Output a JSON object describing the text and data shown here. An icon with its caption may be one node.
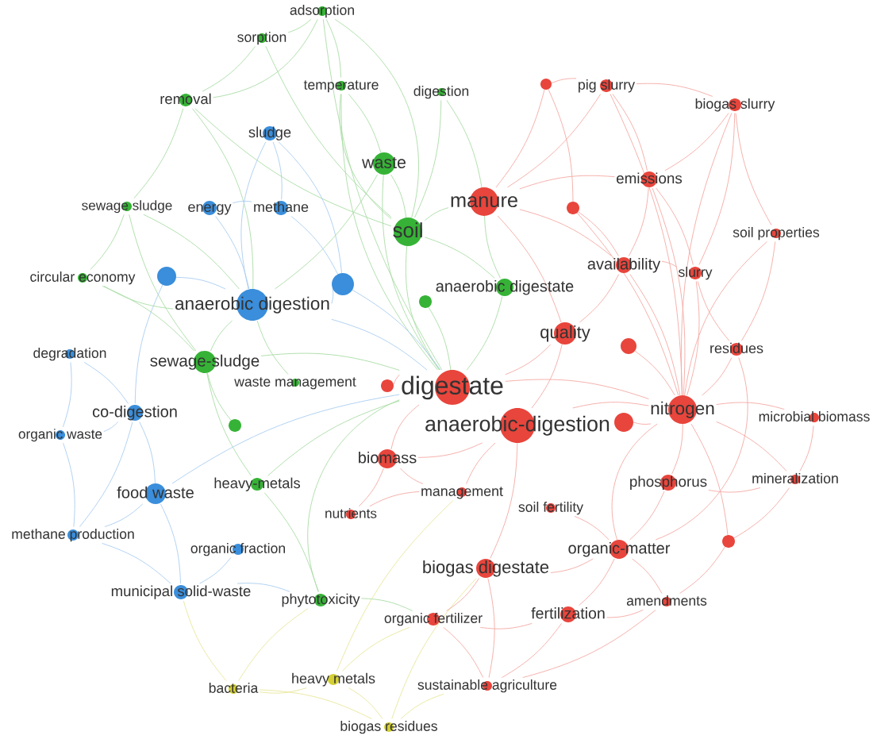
{
  "diagram": {
    "nodes": [
      {
        "text": [
          "adsorption"
        ]
      },
      {
        "text": [
          "sorption"
        ]
      },
      {
        "text": [],
        "shape": "circle"
      },
      {
        "text": [
          "pig slurry"
        ]
      },
      {
        "text": [
          "temperature"
        ]
      },
      {
        "text": [
          "digestion"
        ]
      },
      {
        "text": [
          "removal"
        ]
      },
      {
        "text": [
          "biogas slurry"
        ]
      },
      {
        "text": [
          "sludge"
        ]
      },
      {
        "text": [
          "waste"
        ]
      },
      {
        "text": [
          "emissions"
        ]
      },
      {
        "text": [
          "manure"
        ]
      },
      {
        "text": [
          "sewage sludge"
        ]
      },
      {
        "text": [
          "energy"
        ]
      },
      {
        "text": [
          "methane"
        ]
      },
      {
        "text": [],
        "shape": "circle"
      },
      {
        "text": [
          "soil"
        ]
      },
      {
        "text": [
          "soil properties"
        ]
      },
      {
        "text": [
          "availability"
        ]
      },
      {
        "text": [
          "slurry"
        ]
      },
      {
        "text": [
          "circular economy"
        ]
      },
      {
        "text": [],
        "shape": "circle"
      },
      {
        "text": [
          "anaerobic digestate"
        ]
      },
      {
        "text": [],
        "shape": "circle"
      },
      {
        "text": [],
        "shape": "circle"
      },
      {
        "text": [
          "anaerobic digestion"
        ]
      },
      {
        "text": [
          "quality"
        ]
      },
      {
        "text": [],
        "shape": "circle"
      },
      {
        "text": [
          "residues"
        ]
      },
      {
        "text": [
          "degradation"
        ]
      },
      {
        "text": [
          "sewage-sludge"
        ]
      },
      {
        "text": [
          "waste management"
        ]
      },
      {
        "text": [],
        "shape": "circle"
      },
      {
        "text": [
          "digestate"
        ]
      },
      {
        "text": [
          "nitrogen"
        ]
      },
      {
        "text": [
          "co-digestion"
        ]
      },
      {
        "text": [
          "microbial biomass"
        ]
      },
      {
        "text": [
          "anaerobic-digestion"
        ]
      },
      {
        "text": [],
        "shape": "circle"
      },
      {
        "text": [],
        "shape": "circle"
      },
      {
        "text": [
          "organic waste"
        ]
      },
      {
        "text": [
          "biomass"
        ]
      },
      {
        "text": [
          "mineralization"
        ]
      },
      {
        "text": [
          "phosphorus"
        ]
      },
      {
        "text": [
          "heavy-metals"
        ]
      },
      {
        "text": [
          "management"
        ]
      },
      {
        "text": [
          "food waste"
        ]
      },
      {
        "text": [
          "soil fertility"
        ]
      },
      {
        "text": [
          "nutrients"
        ]
      },
      {
        "text": [
          "methane production"
        ]
      },
      {
        "text": [],
        "shape": "circle"
      },
      {
        "text": [
          "organic fraction"
        ]
      },
      {
        "text": [
          "organic-matter"
        ]
      },
      {
        "text": [
          "biogas digestate"
        ]
      },
      {
        "text": [
          "municipal solid-waste"
        ]
      },
      {
        "text": [
          "phytotoxicity"
        ]
      },
      {
        "text": [
          "amendments"
        ]
      },
      {
        "text": [
          "fertilization"
        ]
      },
      {
        "text": [
          "organic fertilizer"
        ]
      },
      {
        "text": [
          "heavy metals"
        ]
      },
      {
        "text": [
          "sustainable agriculture"
        ]
      },
      {
        "text": [
          "bacteria"
        ]
      },
      {
        "text": [
          "biogas residues"
        ]
      }
    ],
    "edges": [
      {
        "from": 0,
        "to": 1,
        "arrow": "none",
        "color": "#a9dca5"
      },
      {
        "from": 0,
        "to": 6,
        "arrow": "none",
        "color": "#a9dca5"
      },
      {
        "from": 0,
        "to": 16,
        "arrow": "none",
        "color": "#a9dca5"
      },
      {
        "from": 0,
        "to": 33,
        "arrow": "none",
        "color": "#a9dca5"
      },
      {
        "from": 1,
        "to": 16,
        "arrow": "none",
        "color": "#a9dca5"
      },
      {
        "from": 4,
        "to": 9,
        "arrow": "none",
        "color": "#a9dca5"
      },
      {
        "from": 4,
        "to": 16,
        "arrow": "none",
        "color": "#a9dca5"
      },
      {
        "from": 4,
        "to": 33,
        "arrow": "none",
        "color": "#a9dca5"
      },
      {
        "from": 5,
        "to": 16,
        "arrow": "none",
        "color": "#a9dca5"
      },
      {
        "from": 5,
        "to": 11,
        "arrow": "none",
        "color": "#a9dca5"
      },
      {
        "from": 6,
        "to": 16,
        "arrow": "none",
        "color": "#a9dca5"
      },
      {
        "from": 6,
        "to": 25,
        "arrow": "none",
        "color": "#a9dca5"
      },
      {
        "from": 6,
        "to": 12,
        "arrow": "none",
        "color": "#a9dca5"
      },
      {
        "from": 12,
        "to": 30,
        "arrow": "none",
        "color": "#a9dca5"
      },
      {
        "from": 12,
        "to": 25,
        "arrow": "none",
        "color": "#a9dca5"
      },
      {
        "from": 9,
        "to": 16,
        "arrow": "none",
        "color": "#a9dca5"
      },
      {
        "from": 9,
        "to": 33,
        "arrow": "none",
        "color": "#a9dca5"
      },
      {
        "from": 9,
        "to": 25,
        "arrow": "none",
        "color": "#a9dca5"
      },
      {
        "from": 16,
        "to": 33,
        "arrow": "none",
        "color": "#a9dca5"
      },
      {
        "from": 16,
        "to": 11,
        "arrow": "none",
        "color": "#a9dca5"
      },
      {
        "from": 16,
        "to": 22,
        "arrow": "none",
        "color": "#a9dca5"
      },
      {
        "from": 20,
        "to": 30,
        "arrow": "none",
        "color": "#a9dca5"
      },
      {
        "from": 20,
        "to": 25,
        "arrow": "none",
        "color": "#a9dca5"
      },
      {
        "from": 22,
        "to": 33,
        "arrow": "none",
        "color": "#a9dca5"
      },
      {
        "from": 22,
        "to": 11,
        "arrow": "none",
        "color": "#a9dca5"
      },
      {
        "from": 24,
        "to": 33,
        "arrow": "none",
        "color": "#a9dca5"
      },
      {
        "from": 30,
        "to": 25,
        "arrow": "none",
        "color": "#a9dca5"
      },
      {
        "from": 30,
        "to": 33,
        "arrow": "none",
        "color": "#a9dca5"
      },
      {
        "from": 30,
        "to": 44,
        "arrow": "none",
        "color": "#a9dca5"
      },
      {
        "from": 31,
        "to": 25,
        "arrow": "none",
        "color": "#a9dca5"
      },
      {
        "from": 39,
        "to": 30,
        "arrow": "none",
        "color": "#a9dca5"
      },
      {
        "from": 44,
        "to": 33,
        "arrow": "none",
        "color": "#a9dca5"
      },
      {
        "from": 44,
        "to": 55,
        "arrow": "none",
        "color": "#a9dca5"
      },
      {
        "from": 55,
        "to": 33,
        "arrow": "none",
        "color": "#a9dca5"
      },
      {
        "from": 55,
        "to": 58,
        "arrow": "none",
        "color": "#a9dca5"
      },
      {
        "from": 8,
        "to": 25,
        "arrow": "none",
        "color": "#a9cdf0"
      },
      {
        "from": 8,
        "to": 14,
        "arrow": "none",
        "color": "#a9cdf0"
      },
      {
        "from": 8,
        "to": 23,
        "arrow": "none",
        "color": "#a9cdf0"
      },
      {
        "from": 13,
        "to": 25,
        "arrow": "none",
        "color": "#a9cdf0"
      },
      {
        "from": 13,
        "to": 14,
        "arrow": "none",
        "color": "#a9cdf0"
      },
      {
        "from": 14,
        "to": 23,
        "arrow": "none",
        "color": "#a9cdf0"
      },
      {
        "from": 21,
        "to": 25,
        "arrow": "none",
        "color": "#a9cdf0"
      },
      {
        "from": 21,
        "to": 35,
        "arrow": "none",
        "color": "#a9cdf0"
      },
      {
        "from": 23,
        "to": 25,
        "arrow": "none",
        "color": "#a9cdf0"
      },
      {
        "from": 23,
        "to": 33,
        "arrow": "none",
        "color": "#a9cdf0"
      },
      {
        "from": 25,
        "to": 33,
        "arrow": "none",
        "color": "#a9cdf0"
      },
      {
        "from": 29,
        "to": 35,
        "arrow": "none",
        "color": "#a9cdf0"
      },
      {
        "from": 35,
        "to": 46,
        "arrow": "none",
        "color": "#a9cdf0"
      },
      {
        "from": 35,
        "to": 40,
        "arrow": "none",
        "color": "#a9cdf0"
      },
      {
        "from": 35,
        "to": 49,
        "arrow": "none",
        "color": "#a9cdf0"
      },
      {
        "from": 46,
        "to": 54,
        "arrow": "none",
        "color": "#a9cdf0"
      },
      {
        "from": 46,
        "to": 33,
        "arrow": "none",
        "color": "#a9cdf0"
      },
      {
        "from": 49,
        "to": 54,
        "arrow": "none",
        "color": "#a9cdf0"
      },
      {
        "from": 51,
        "to": 54,
        "arrow": "none",
        "color": "#a9cdf0"
      },
      {
        "from": 54,
        "to": 55,
        "arrow": "none",
        "color": "#a9cdf0"
      },
      {
        "from": 59,
        "to": 62,
        "arrow": "none",
        "color": "#e9e69a"
      },
      {
        "from": 59,
        "to": 61,
        "arrow": "none",
        "color": "#e9e69a"
      },
      {
        "from": 59,
        "to": 45,
        "arrow": "none",
        "color": "#e9e69a"
      },
      {
        "from": 61,
        "to": 62,
        "arrow": "none",
        "color": "#e9e69a"
      },
      {
        "from": 61,
        "to": 54,
        "arrow": "none",
        "color": "#e9e69a"
      },
      {
        "from": 62,
        "to": 53,
        "arrow": "none",
        "color": "#e9e69a"
      },
      {
        "from": 2,
        "to": 11,
        "arrow": "none"
      },
      {
        "from": 2,
        "to": 3,
        "arrow": "none"
      },
      {
        "from": 3,
        "to": 11,
        "arrow": "none"
      },
      {
        "from": 3,
        "to": 10,
        "arrow": "none"
      },
      {
        "from": 3,
        "to": 34,
        "arrow": "none"
      },
      {
        "from": 7,
        "to": 10,
        "arrow": "none"
      },
      {
        "from": 7,
        "to": 34,
        "arrow": "none"
      },
      {
        "from": 7,
        "to": 19,
        "arrow": "none"
      },
      {
        "from": 10,
        "to": 11,
        "arrow": "none"
      },
      {
        "from": 10,
        "to": 34,
        "arrow": "none"
      },
      {
        "from": 10,
        "to": 18,
        "arrow": "none"
      },
      {
        "from": 11,
        "to": 26,
        "arrow": "none"
      },
      {
        "from": 11,
        "to": 18,
        "arrow": "none"
      },
      {
        "from": 15,
        "to": 34,
        "arrow": "none"
      },
      {
        "from": 17,
        "to": 34,
        "arrow": "none"
      },
      {
        "from": 17,
        "to": 28,
        "arrow": "none"
      },
      {
        "from": 18,
        "to": 34,
        "arrow": "none"
      },
      {
        "from": 18,
        "to": 26,
        "arrow": "none"
      },
      {
        "from": 19,
        "to": 34,
        "arrow": "none"
      },
      {
        "from": 26,
        "to": 33,
        "arrow": "none"
      },
      {
        "from": 26,
        "to": 37,
        "arrow": "none"
      },
      {
        "from": 27,
        "to": 34,
        "arrow": "none"
      },
      {
        "from": 28,
        "to": 34,
        "arrow": "none"
      },
      {
        "from": 28,
        "to": 52,
        "arrow": "none"
      },
      {
        "from": 32,
        "to": 33,
        "arrow": "none"
      },
      {
        "from": 33,
        "to": 34,
        "arrow": "none"
      },
      {
        "from": 33,
        "to": 41,
        "arrow": "none"
      },
      {
        "from": 34,
        "to": 37,
        "arrow": "none"
      },
      {
        "from": 34,
        "to": 38,
        "arrow": "none"
      },
      {
        "from": 34,
        "to": 43,
        "arrow": "none"
      },
      {
        "from": 34,
        "to": 52,
        "arrow": "none"
      },
      {
        "from": 34,
        "to": 42,
        "arrow": "none"
      },
      {
        "from": 34,
        "to": 36,
        "arrow": "none"
      },
      {
        "from": 34,
        "to": 50,
        "arrow": "none"
      },
      {
        "from": 37,
        "to": 41,
        "arrow": "none"
      },
      {
        "from": 37,
        "to": 53,
        "arrow": "none"
      },
      {
        "from": 41,
        "to": 48,
        "arrow": "none"
      },
      {
        "from": 42,
        "to": 43,
        "arrow": "none"
      },
      {
        "from": 45,
        "to": 37,
        "arrow": "none"
      },
      {
        "from": 47,
        "to": 52,
        "arrow": "none"
      },
      {
        "from": 52,
        "to": 53,
        "arrow": "none"
      },
      {
        "from": 52,
        "to": 57,
        "arrow": "none"
      },
      {
        "from": 52,
        "to": 56,
        "arrow": "none"
      },
      {
        "from": 53,
        "to": 58,
        "arrow": "none"
      },
      {
        "from": 56,
        "to": 57,
        "arrow": "none"
      },
      {
        "from": 57,
        "to": 60,
        "arrow": "none"
      },
      {
        "from": 58,
        "to": 60,
        "arrow": "none"
      },
      {
        "from": 60,
        "to": 53,
        "arrow": "none"
      },
      {
        "from": 0,
        "to": 4,
        "arrow": "none",
        "color": "#a9dca5"
      },
      {
        "from": 1,
        "to": 6,
        "arrow": "none",
        "color": "#a9dca5"
      },
      {
        "from": 12,
        "to": 20,
        "arrow": "none",
        "color": "#a9dca5"
      },
      {
        "from": 29,
        "to": 40,
        "arrow": "none",
        "color": "#a9cdf0"
      },
      {
        "from": 40,
        "to": 49,
        "arrow": "none",
        "color": "#a9cdf0"
      },
      {
        "from": 46,
        "to": 49,
        "arrow": "none",
        "color": "#a9cdf0"
      },
      {
        "from": 61,
        "to": 55,
        "arrow": "none",
        "color": "#e9e69a"
      },
      {
        "from": 62,
        "to": 60,
        "arrow": "none",
        "color": "#e9e69a"
      },
      {
        "from": 59,
        "to": 58,
        "arrow": "none",
        "color": "#e9e69a"
      },
      {
        "from": 17,
        "to": 7,
        "arrow": "none"
      },
      {
        "from": 36,
        "to": 42,
        "arrow": "none"
      },
      {
        "from": 42,
        "to": 50,
        "arrow": "none"
      },
      {
        "from": 50,
        "to": 56,
        "arrow": "none"
      },
      {
        "from": 43,
        "to": 52,
        "arrow": "none"
      },
      {
        "from": 56,
        "to": 60,
        "arrow": "none"
      },
      {
        "from": 57,
        "to": 58,
        "arrow": "none"
      },
      {
        "from": 45,
        "to": 41,
        "arrow": "none"
      },
      {
        "from": 48,
        "to": 45,
        "arrow": "none"
      },
      {
        "from": 28,
        "to": 19,
        "arrow": "none"
      },
      {
        "from": 18,
        "to": 19,
        "arrow": "none"
      },
      {
        "from": 15,
        "to": 18,
        "arrow": "none"
      },
      {
        "from": 2,
        "to": 15,
        "arrow": "none"
      },
      {
        "from": 3,
        "to": 7,
        "arrow": "none"
      },
      {
        "from": 10,
        "to": 19,
        "arrow": "none"
      }
    ]
  }
}
